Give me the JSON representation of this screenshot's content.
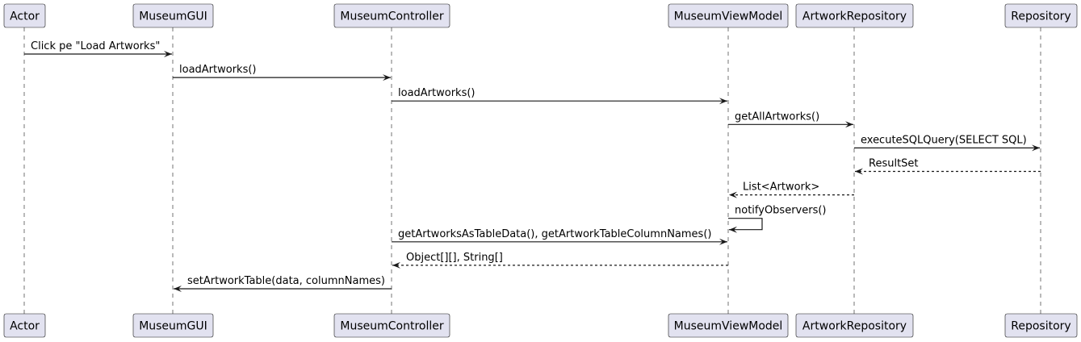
{
  "participants": [
    {
      "id": "actor",
      "label": "Actor"
    },
    {
      "id": "gui",
      "label": "MuseumGUI"
    },
    {
      "id": "controller",
      "label": "MuseumController"
    },
    {
      "id": "viewmodel",
      "label": "MuseumViewModel"
    },
    {
      "id": "artrepo",
      "label": "ArtworkRepository"
    },
    {
      "id": "repo",
      "label": "Repository"
    }
  ],
  "messages": [
    {
      "from": "actor",
      "to": "gui",
      "label": "Click pe \"Load Artworks\"",
      "style": "solid"
    },
    {
      "from": "gui",
      "to": "controller",
      "label": "loadArtworks()",
      "style": "solid"
    },
    {
      "from": "controller",
      "to": "viewmodel",
      "label": "loadArtworks()",
      "style": "solid"
    },
    {
      "from": "viewmodel",
      "to": "artrepo",
      "label": "getAllArtworks()",
      "style": "solid"
    },
    {
      "from": "artrepo",
      "to": "repo",
      "label": "executeSQLQuery(SELECT SQL)",
      "style": "solid"
    },
    {
      "from": "repo",
      "to": "artrepo",
      "label": "ResultSet",
      "style": "dashed"
    },
    {
      "from": "artrepo",
      "to": "viewmodel",
      "label": "List<Artwork>",
      "style": "dashed"
    },
    {
      "from": "viewmodel",
      "to": "viewmodel",
      "label": "notifyObservers()",
      "style": "self"
    },
    {
      "from": "controller",
      "to": "viewmodel",
      "label": "getArtworksAsTableData(), getArtworkTableColumnNames()",
      "style": "solid"
    },
    {
      "from": "viewmodel",
      "to": "controller",
      "label": "Object[][], String[]",
      "style": "dashed"
    },
    {
      "from": "controller",
      "to": "gui",
      "label": "setArtworkTable(data, columnNames)",
      "style": "solid"
    }
  ]
}
